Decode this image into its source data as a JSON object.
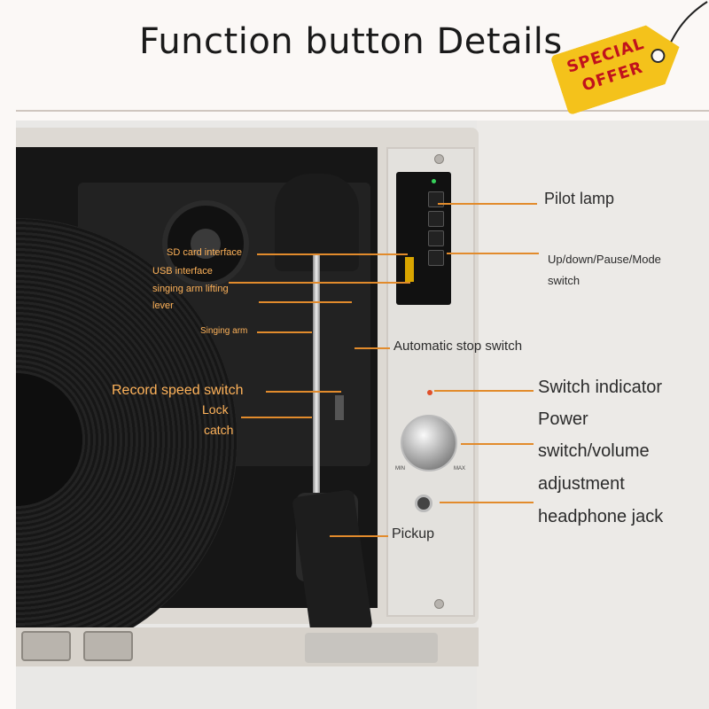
{
  "title": "Function button Details",
  "badge": {
    "line1": "SPECIAL",
    "line2": "OFFER",
    "color": "#f4c21b",
    "text_color": "#c1121c"
  },
  "labels": {
    "sd_card": "SD card interface",
    "usb": "USB interface",
    "lifting_lever_1": "singing arm lifting",
    "lifting_lever_2": "lever",
    "singing_arm": "Singing arm",
    "record_speed": "Record speed switch",
    "lock_1": "Lock",
    "lock_2": "catch",
    "pilot_lamp": "Pilot lamp",
    "updown_1": "Up/down/Pause/Mode",
    "updown_2": "switch",
    "auto_stop": "Automatic stop switch",
    "switch_indicator": "Switch indicator",
    "power_1": "Power",
    "power_2": "switch/volume",
    "power_3": "adjustment",
    "headphone": "headphone jack",
    "pickup": "Pickup"
  },
  "device_text": {
    "min": "MIN",
    "max": "MAX"
  },
  "colors": {
    "callout": "#e28b2c",
    "callout_text_dark": "#ffb35a"
  }
}
